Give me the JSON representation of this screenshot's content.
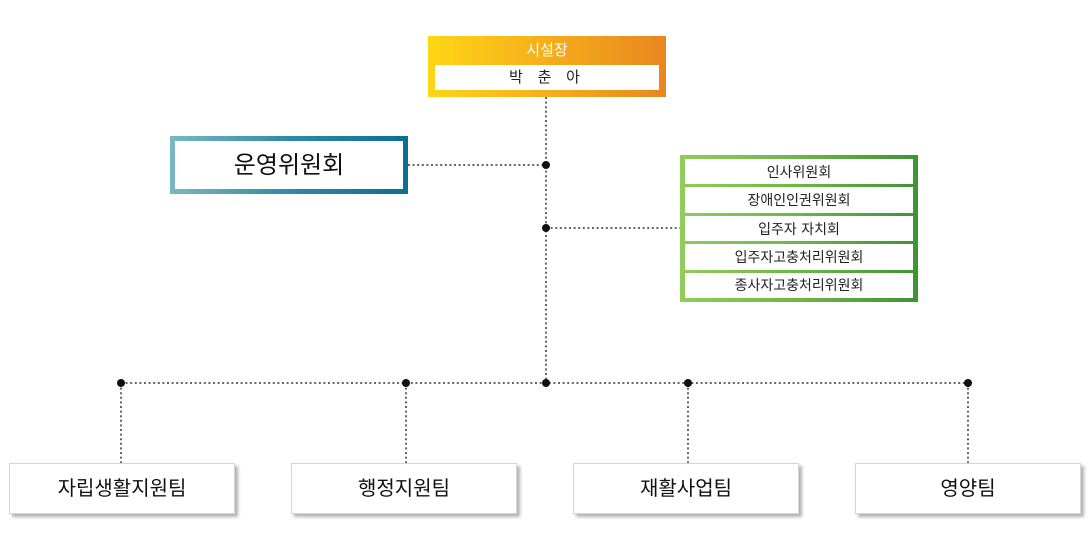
{
  "director": {
    "title": "시설장",
    "name": "박 춘 아"
  },
  "steering_committee": {
    "label": "운영위원회"
  },
  "committees": [
    "인사위원회",
    "장애인인권위원회",
    "입주자 자치회",
    "입주자고충처리위원회",
    "종사자고충처리위원회"
  ],
  "teams": [
    "자립생활지원팀",
    "행정지원팀",
    "재활사업팀",
    "영양팀"
  ],
  "colors": {
    "director_gradient": [
      "#fdd616",
      "#e8861f"
    ],
    "steering_gradient": [
      "#7ab8c3",
      "#0c6e92"
    ],
    "committee_gradient": [
      "#92cc5a",
      "#3d9434"
    ],
    "connector": "#333333"
  }
}
